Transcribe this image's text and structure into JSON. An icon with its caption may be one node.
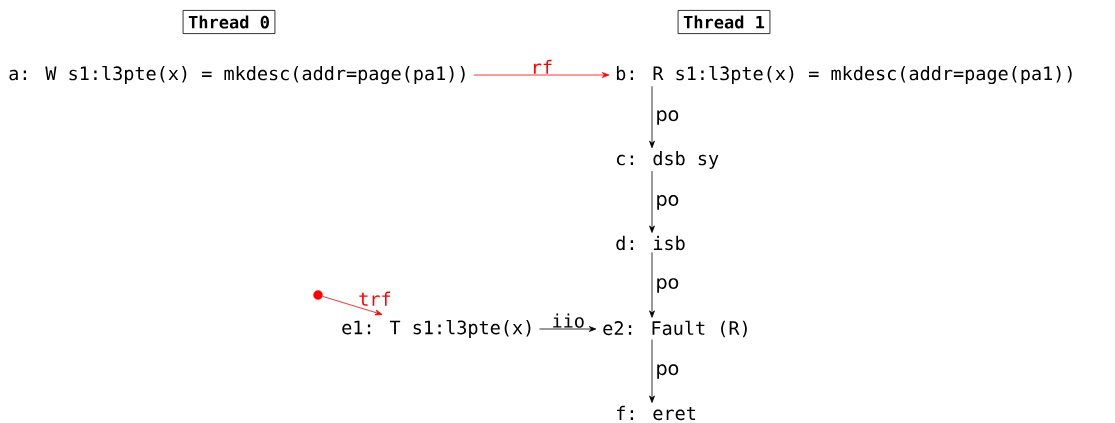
{
  "diagram": {
    "nodes": [
      {
        "text": [
          "Thread 0"
        ]
      },
      {
        "text": [
          "Thread 1"
        ]
      },
      {
        "text": [
          "a: W s1:l3pte(x) = mkdesc(addr=page(pa1))"
        ]
      },
      {
        "text": [
          "b: R s1:l3pte(x) = mkdesc(addr=page(pa1))"
        ]
      },
      {
        "text": [
          "c: dsb sy"
        ]
      },
      {
        "text": [
          "d: isb"
        ]
      },
      {
        "text": [
          "e1: T s1:l3pte(x)"
        ]
      },
      {
        "text": [
          "e2: Fault (R)"
        ]
      },
      {
        "text": [
          "f: eret"
        ]
      },
      {
        "text": [],
        "shape": "circle"
      }
    ],
    "edges": [
      {
        "from": 2,
        "to": 3,
        "arrow": "to",
        "label": "rf",
        "color": "#ff0000"
      },
      {
        "from": 3,
        "to": 4,
        "arrow": "to",
        "label": "po"
      },
      {
        "from": 4,
        "to": 5,
        "arrow": "to",
        "label": "po"
      },
      {
        "from": 5,
        "to": 7,
        "arrow": "to",
        "label": "po"
      },
      {
        "from": 7,
        "to": 8,
        "arrow": "to",
        "label": "po"
      },
      {
        "from": 6,
        "to": 7,
        "arrow": "to",
        "label": "iio"
      },
      {
        "from": 9,
        "to": 6,
        "arrow": "to",
        "label": "trf",
        "color": "#ff0000"
      }
    ]
  }
}
